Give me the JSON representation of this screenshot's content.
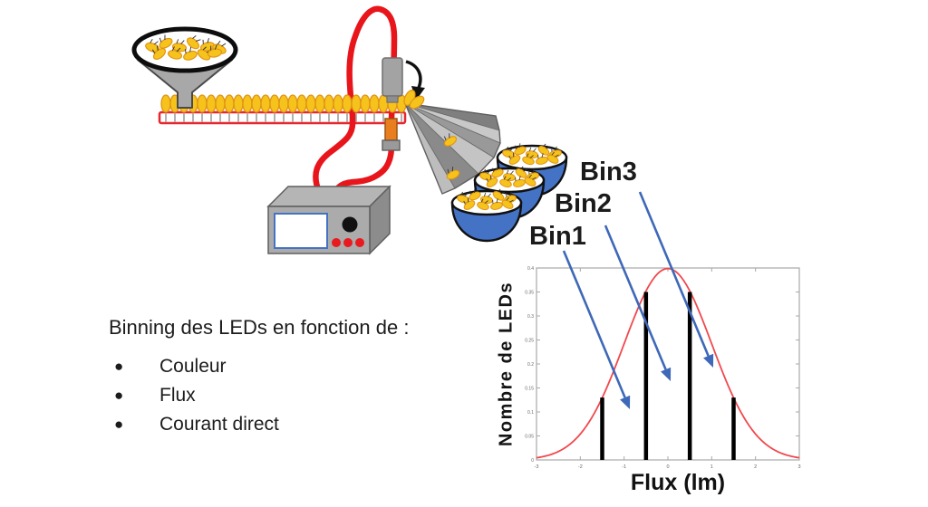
{
  "figure": {
    "caption": {
      "title": "Binning des LEDs en fonction de :",
      "bullets": [
        "Couleur",
        "Flux",
        "Courant direct"
      ]
    },
    "bin_labels": [
      "Bin1",
      "Bin2",
      "Bin3"
    ]
  },
  "chart_data": {
    "type": "line",
    "title": "",
    "xlabel": "Flux (lm)",
    "ylabel": "Nombre de LEDs",
    "xlim": [
      -3,
      3
    ],
    "ylim": [
      0,
      0.4
    ],
    "x_ticks": [
      -3,
      -2,
      -1,
      0,
      1,
      2,
      3
    ],
    "y_ticks": [
      0,
      0.05,
      0.1,
      0.15,
      0.2,
      0.25,
      0.3,
      0.35,
      0.4
    ],
    "grid": false,
    "box": true,
    "legend": null,
    "curve": {
      "shape": "gaussian",
      "mean": 0,
      "sigma": 1,
      "peak": 0.3989,
      "color": "#f0484e"
    },
    "bin_boundaries": {
      "x": [
        -1.5,
        -0.5,
        0.5,
        1.5
      ],
      "heights": [
        0.13,
        0.35,
        0.35,
        0.13
      ],
      "color": "#000000"
    }
  },
  "diagram": {
    "conveyor_led_count": 27,
    "bowl_count": 3,
    "colors": {
      "cable_red": "#e8151b",
      "rail_red": "#e8262d",
      "led_yellow": "#f6c21c",
      "led_stroke": "#e09312",
      "gray": "#a8a8a8",
      "gray_dark": "#7f7f7f",
      "gray_light": "#c8c8c8",
      "bowl_blue": "#4472c4",
      "arrow_blue": "#3e68b8",
      "fixture_orange": "#e87e1e",
      "instrument_gray": "#ababab",
      "screen_border": "#4472c4",
      "button_red": "#e8191f",
      "knob_black": "#111111",
      "axis_gray": "#a8a8a8",
      "text_dark": "#141414"
    }
  }
}
